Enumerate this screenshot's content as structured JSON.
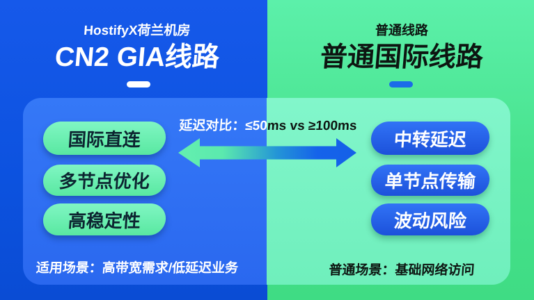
{
  "left_panel": {
    "subtitle": "HostifyX荷兰机房",
    "title": "CN2 GIA线路",
    "features": [
      "国际直连",
      "多节点优化",
      "高稳定性"
    ],
    "footer": "适用场景：高带宽需求/低延迟业务"
  },
  "right_panel": {
    "subtitle": "普通线路",
    "title": "普通国际线路",
    "features": [
      "中转延迟",
      "单节点传输",
      "波动风险"
    ],
    "footer": "普通场景：基础网络访问"
  },
  "comparison": {
    "full_text": "延迟对比：≤50ms vs ≥100ms",
    "segment_on_blue": "延迟对比：≤50",
    "segment_on_green": "ms vs ≥100ms"
  },
  "icons": {
    "double_arrow": "double-headed horizontal arrow with green-to-blue gradient"
  },
  "colors": {
    "left_background": "#0C52DF",
    "left_card": "#2F70F4",
    "right_background": "#47E28C",
    "right_card": "#78F2C4",
    "green_pill": "#6CEFB2",
    "blue_pill": "#2563EB",
    "pill_dark_text": "#0C2430",
    "right_title_dash": "#1B6BE8",
    "arrow_gradient_start": "#64EFAF",
    "arrow_gradient_end": "#1560E8"
  }
}
